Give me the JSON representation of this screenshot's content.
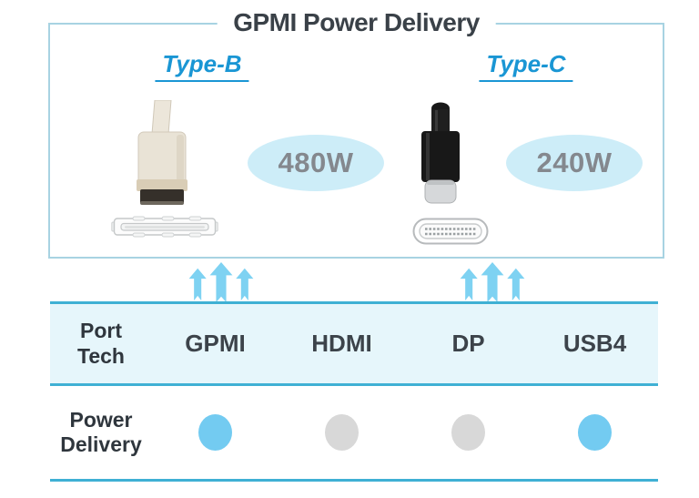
{
  "title": "GPMI Power Delivery",
  "connectors": {
    "type_b": {
      "label": "Type-B",
      "power": "480W"
    },
    "type_c": {
      "label": "Type-C",
      "power": "240W"
    }
  },
  "table": {
    "row_header": "Port Tech",
    "columns": [
      "GPMI",
      "HDMI",
      "DP",
      "USB4"
    ],
    "rows": [
      {
        "label": "Power Delivery",
        "values": [
          true,
          false,
          false,
          true
        ]
      }
    ]
  },
  "colors": {
    "accent_blue": "#1a96d4",
    "box_border": "#a8d3e2",
    "light_blue_fill": "#cdedf8",
    "watt_text": "#84888e",
    "title_text": "#3a4148",
    "header_text": "#3c434a",
    "arrow": "#7ed2f2",
    "table_border": "#3fb0d4",
    "header_fill": "#e6f6fb",
    "dot_on": "#73cbf1",
    "dot_off": "#d8d8d8"
  }
}
